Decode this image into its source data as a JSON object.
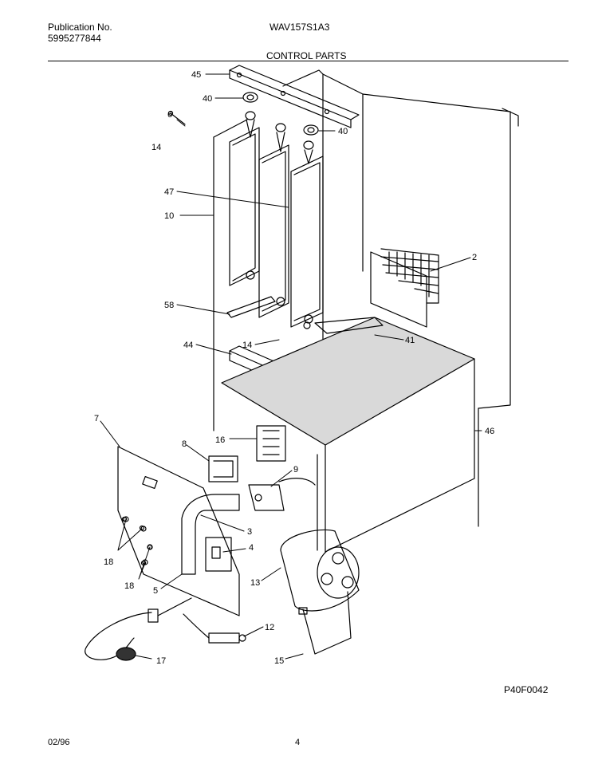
{
  "header": {
    "publication_label": "Publication No.",
    "publication_number": "5995277844",
    "model": "WAV157S1A3",
    "section_title": "CONTROL PARTS"
  },
  "callouts": {
    "c45": "45",
    "c40a": "40",
    "c40b": "40",
    "c6": "6",
    "c14a": "14",
    "c47": "47",
    "c10": "10",
    "c2": "2",
    "c58": "58",
    "c14b": "14",
    "c41": "41",
    "c44": "44",
    "c7": "7",
    "c16": "16",
    "c46": "46",
    "c8": "8",
    "c9": "9",
    "c3": "3",
    "c4": "4",
    "c18a": "18",
    "c18b": "18",
    "c5": "5",
    "c13": "13",
    "c12": "12",
    "c15": "15",
    "c17": "17"
  },
  "footer": {
    "diagram_code": "P40F0042",
    "date": "02/96",
    "page": "4"
  }
}
